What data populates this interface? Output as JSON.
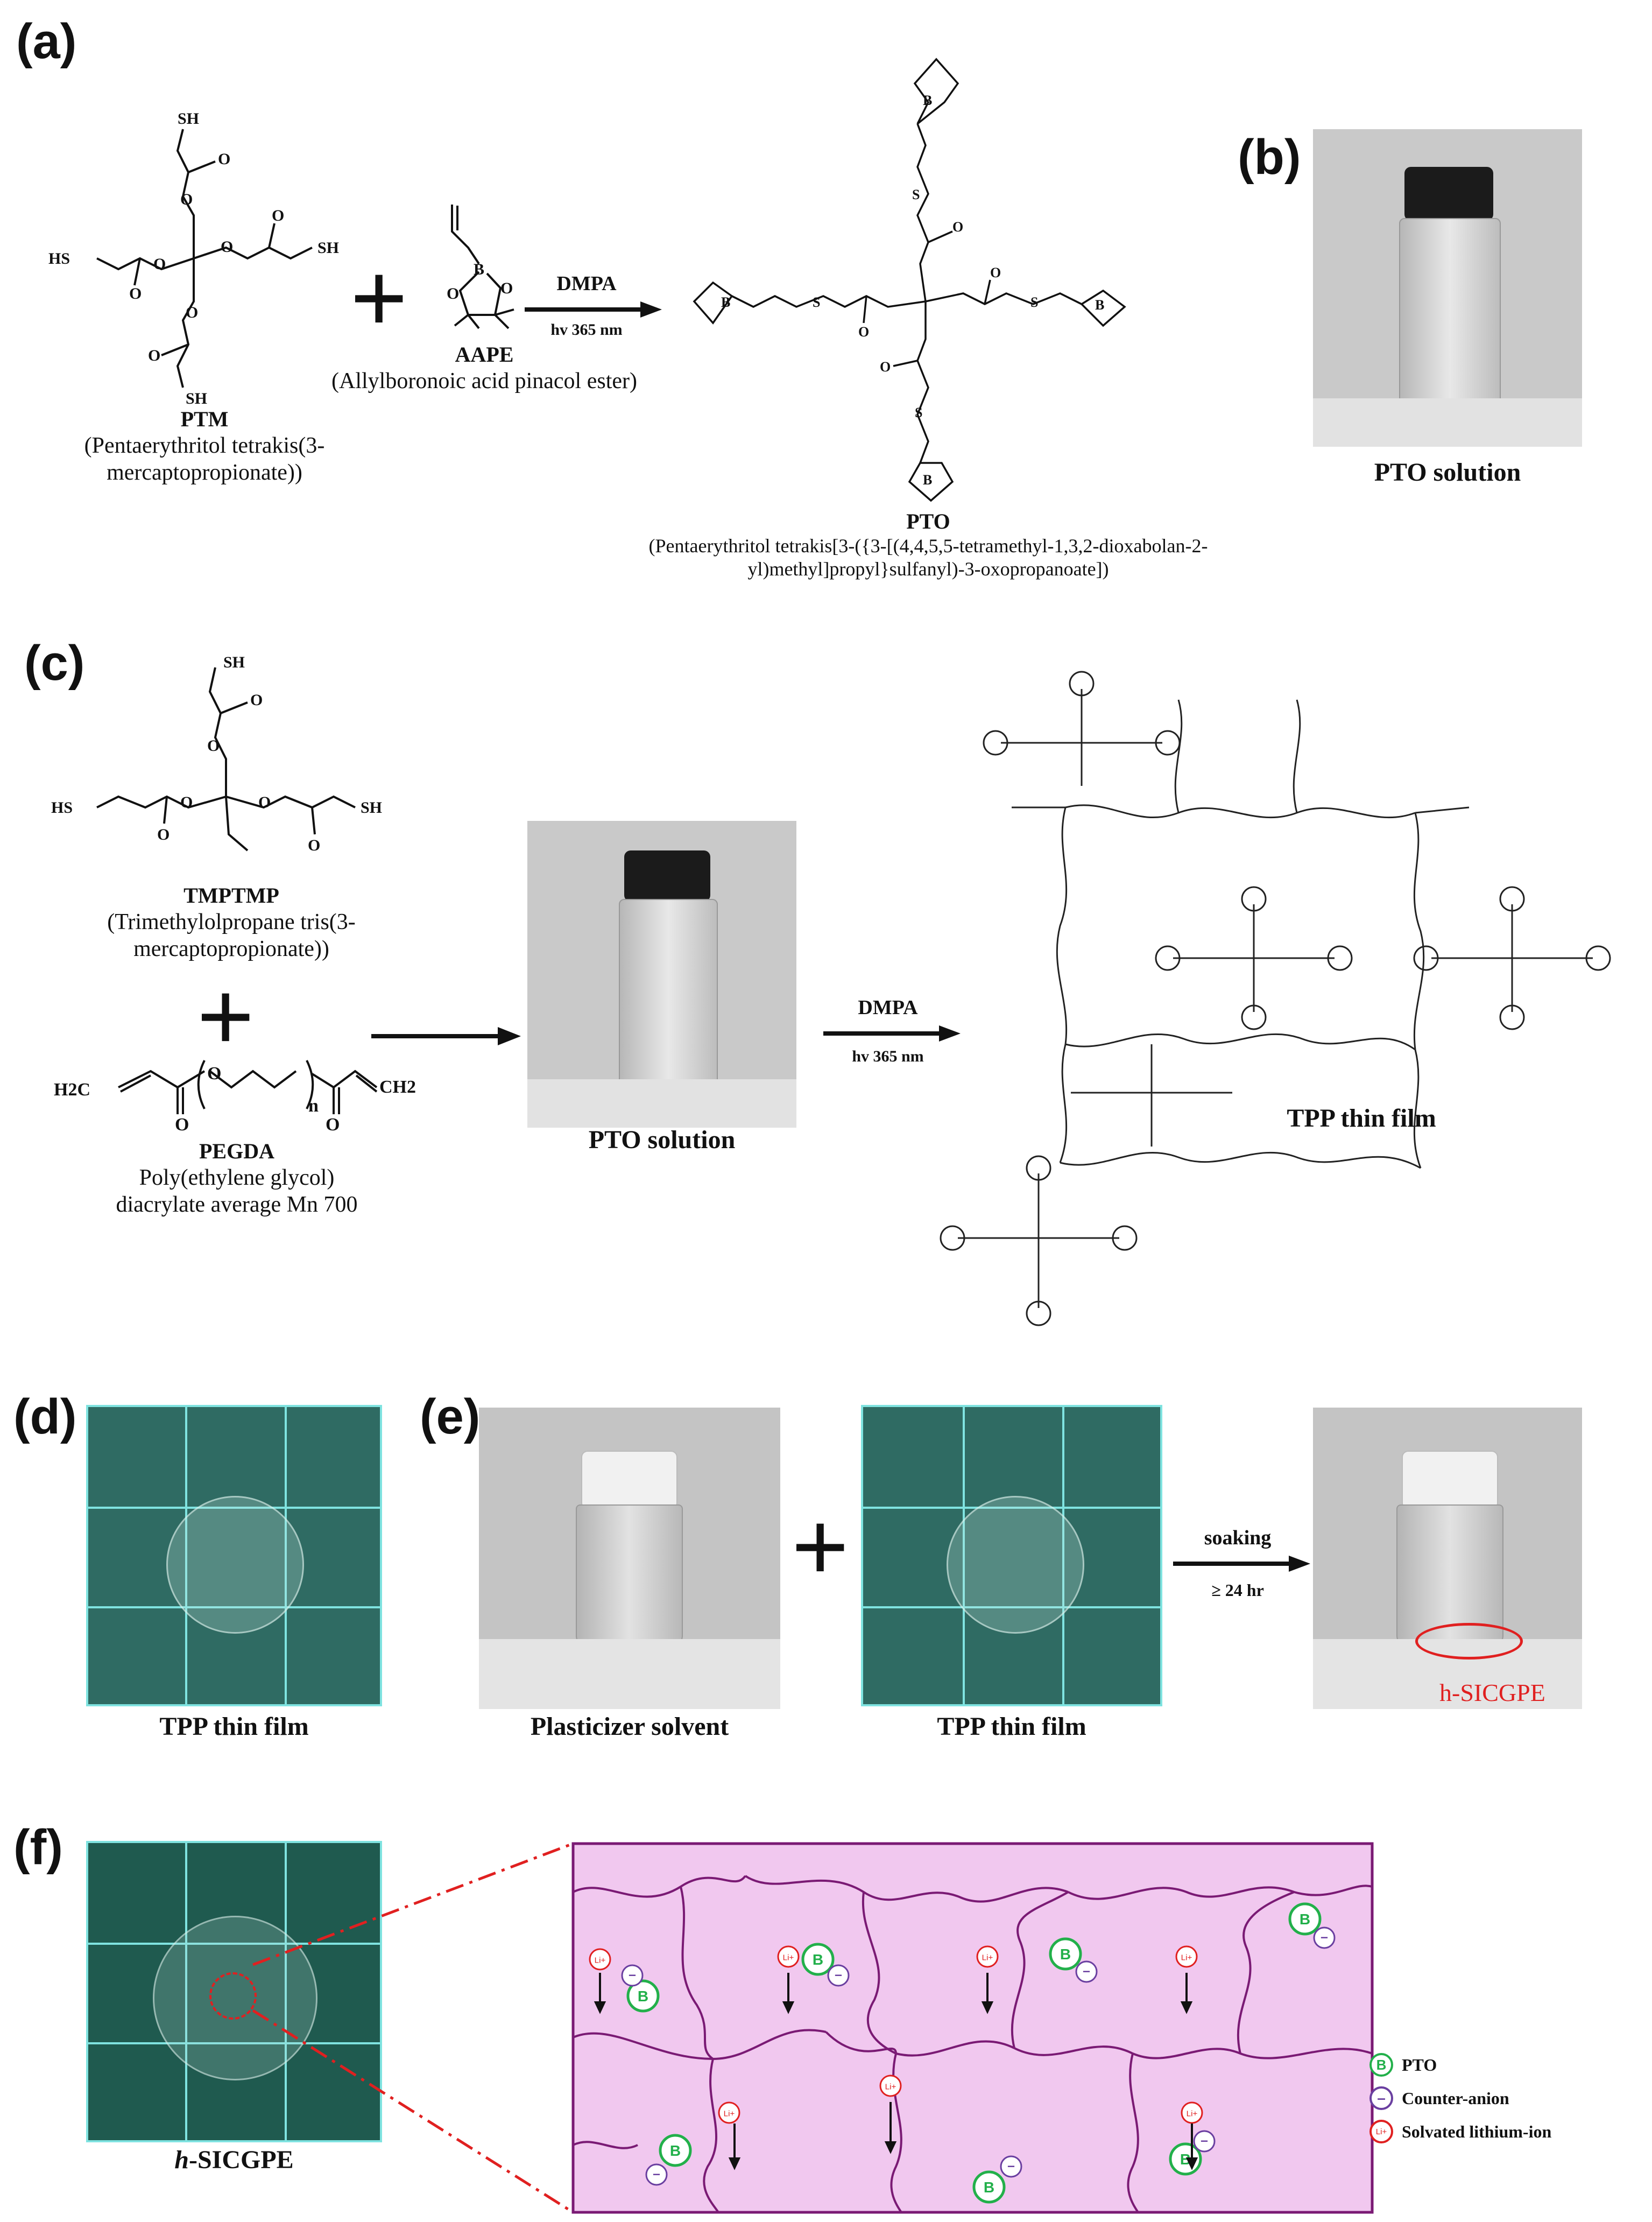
{
  "panels": {
    "a": "(a)",
    "b": "(b)",
    "c": "(c)",
    "d": "(d)",
    "e": "(e)",
    "f": "(f)"
  },
  "panel_a": {
    "ptm_name": "PTM",
    "ptm_full": "(Pentaerythritol tetrakis(3-mercaptopropionate))",
    "aape_name": "AAPE",
    "aape_full": "(Allylboronoic acid pinacol ester)",
    "plus": "+",
    "arrow_top": "DMPA",
    "arrow_bottom": "hv 365 nm",
    "pto_name": "PTO",
    "pto_full": "(Pentaerythritol tetrakis[3-({3-[(4,4,5,5-tetramethyl-1,3,2-dioxabolan-2-yl)methyl]propyl}sulfanyl)-3-oxopropanoate])",
    "atom_sh": "SH",
    "atom_hs": "HS",
    "atom_s": "S",
    "atom_b": "B",
    "atom_o": "O"
  },
  "panel_b": {
    "caption": "PTO solution"
  },
  "panel_c": {
    "tmptmp_name": "TMPTMP",
    "tmptmp_full": "(Trimethylolpropane tris(3-mercaptopropionate))",
    "plus": "+",
    "pegda_name": "PEGDA",
    "pegda_full_1": "Poly(ethylene glycol)",
    "pegda_full_2": "diacrylate average Mn 700",
    "h2c": "H2C",
    "ch2": "CH2",
    "n": "n",
    "solution_caption": "PTO solution",
    "arrow_top": "DMPA",
    "arrow_bottom": "hv 365 nm",
    "film_caption": "TPP thin film"
  },
  "panel_d": {
    "caption": "TPP thin film"
  },
  "panel_e": {
    "solvent_caption": "Plasticizer solvent",
    "plus": "+",
    "film_caption": "TPP thin film",
    "arrow_top": "soaking",
    "arrow_bottom": "≥ 24 hr",
    "result_label": "h-SICGPE"
  },
  "panel_f": {
    "caption_italic": "h",
    "caption_rest": "-SICGPE",
    "legend": [
      {
        "symbol": "B",
        "label": "PTO",
        "color": "#22b04a"
      },
      {
        "symbol": "–",
        "label": "Counter-anion",
        "color": "#6a3fa0"
      },
      {
        "symbol": "Li+",
        "label": "Solvated lithium-ion",
        "color": "#e02020"
      }
    ]
  },
  "colors": {
    "network_fill": "#f1c8ef",
    "network_line": "#7a1a74",
    "pto_green": "#22b04a",
    "anion_purple": "#6a3fa0",
    "li_red": "#e02020",
    "film_bg": "#2f6b63",
    "grid_line": "#7fe3e0",
    "photo_bg": "#c9c9c9"
  }
}
